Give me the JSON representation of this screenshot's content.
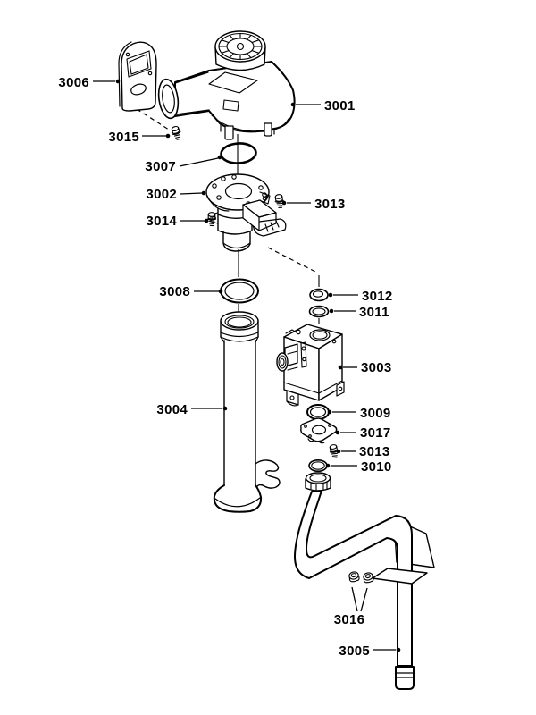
{
  "colors": {
    "background": "#ffffff",
    "line": "#000000",
    "label_text": "#000000"
  },
  "diagram": {
    "labels": [
      {
        "text": "3006"
      },
      {
        "text": "3015"
      },
      {
        "text": "3007"
      },
      {
        "text": "3001"
      },
      {
        "text": "3002"
      },
      {
        "text": "3013"
      },
      {
        "text": "3014"
      },
      {
        "text": "3008"
      },
      {
        "text": "3012"
      },
      {
        "text": "3011"
      },
      {
        "text": "3003"
      },
      {
        "text": "3004"
      },
      {
        "text": "3009"
      },
      {
        "text": "3017"
      },
      {
        "text": "3013"
      },
      {
        "text": "3010"
      },
      {
        "text": "3016"
      },
      {
        "text": "3005"
      }
    ]
  }
}
